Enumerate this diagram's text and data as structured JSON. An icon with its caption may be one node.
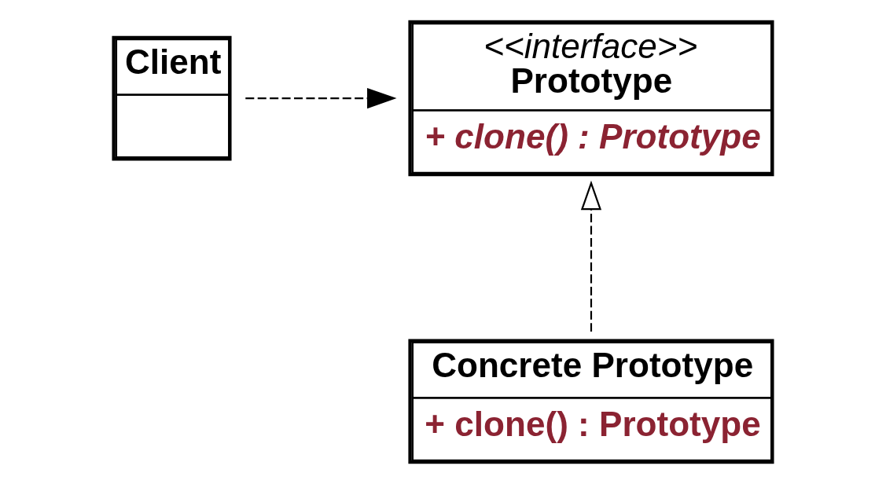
{
  "diagram": {
    "nodes": [
      {
        "text": [
          "Client"
        ]
      },
      {
        "text": [
          "<<interface>>",
          "Prototype",
          "+ clone() : Prototype"
        ]
      },
      {
        "text": [
          "Concrete Prototype",
          "+ clone() : Prototype"
        ]
      }
    ],
    "edges": [
      {
        "from": 0,
        "to": 1,
        "arrow": "to",
        "style": "dashed"
      },
      {
        "from": 2,
        "to": 1,
        "arrow": "to",
        "style": "dashed"
      }
    ]
  }
}
